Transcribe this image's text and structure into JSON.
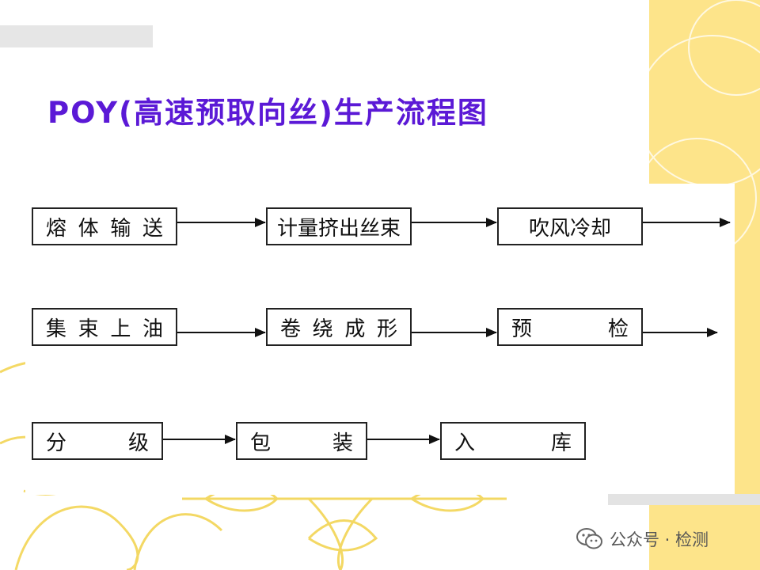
{
  "title": "POY(高速预取向丝)生产流程图",
  "nodes": {
    "melt_transport": [
      "熔",
      "体",
      "输",
      "送"
    ],
    "metering_extrusion": "计量挤出丝束",
    "blow_cooling": "吹风冷却",
    "bundling_oiling": [
      "集",
      "束",
      "上",
      "油"
    ],
    "winding_forming": [
      "卷",
      "绕",
      "成",
      "形"
    ],
    "pre_inspection": [
      "预",
      "检"
    ],
    "grading": [
      "分",
      "级"
    ],
    "packaging": [
      "包",
      "装"
    ],
    "storage": [
      "入",
      "库"
    ]
  },
  "footer": {
    "text": "公众号 · 检测",
    "icon": "wechat-icon"
  }
}
